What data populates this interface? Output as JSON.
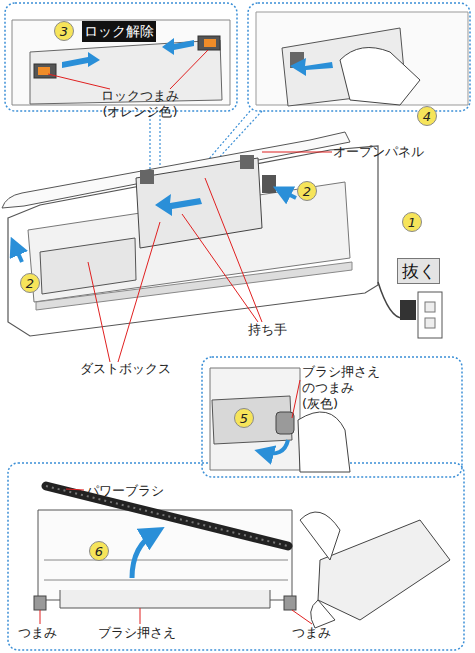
{
  "diagram": {
    "nodes": [
      {
        "text": [
          "3"
        ]
      },
      {
        "text": [
          "ロック解除"
        ]
      },
      {
        "text": [
          "4"
        ]
      },
      {
        "text": [
          "2"
        ]
      },
      {
        "text": [
          "1"
        ]
      },
      {
        "text": [
          "抜く"
        ]
      },
      {
        "text": [
          "2"
        ]
      },
      {
        "text": [
          "5"
        ]
      },
      {
        "text": [
          "6"
        ]
      }
    ],
    "labels": [
      "ロックつまみ (オレンジ色)",
      "オープンパネル",
      "持ち手",
      "ダストボックス",
      "ブラシ押さえ のつまみ (灰色)",
      "パワーブラシ",
      "つまみ",
      "ブラシ押さえ",
      "つまみ"
    ]
  }
}
